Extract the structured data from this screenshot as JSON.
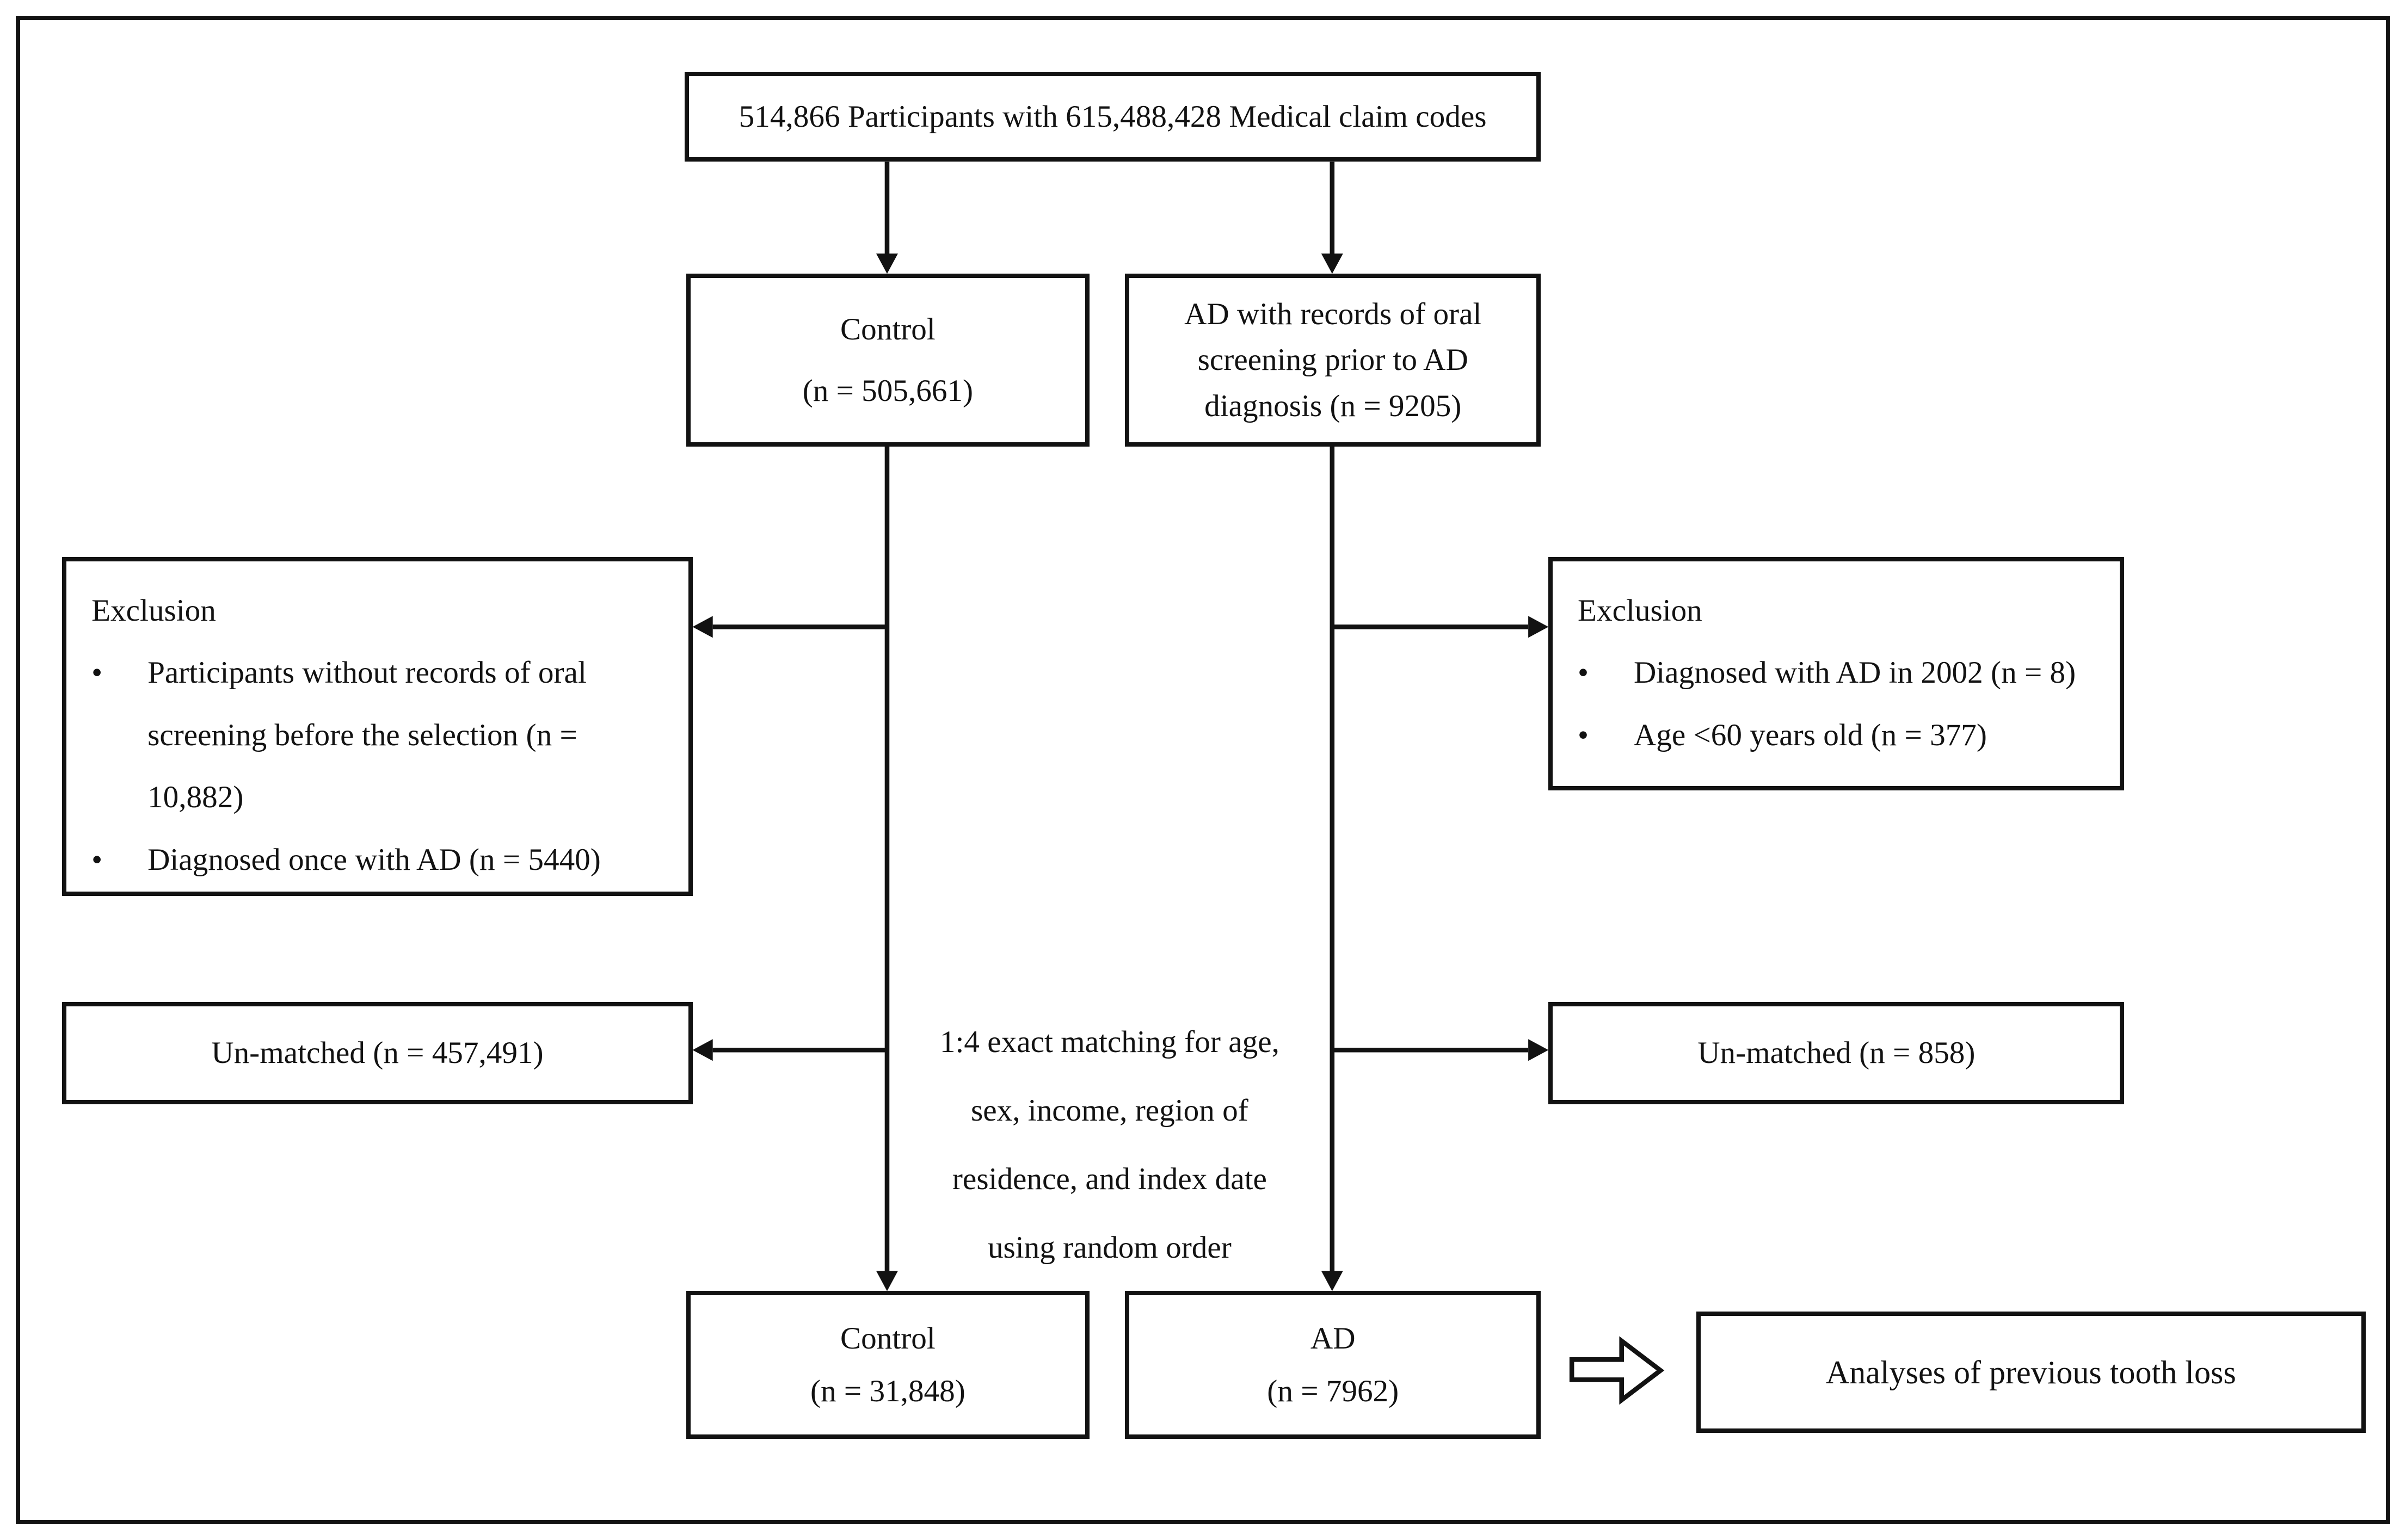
{
  "figure": {
    "source_box": {
      "text": "514,866 Participants with 615,488,428 Medical claim codes"
    },
    "control_initial": {
      "lines": [
        "Control",
        "(n = 505,661)"
      ]
    },
    "ad_initial": {
      "lines": [
        "AD with records of oral",
        "screening prior to AD",
        "diagnosis (n = 9205)"
      ]
    },
    "exclusion_left": {
      "title": "Exclusion",
      "bullet": "•",
      "items": [
        "Participants without records of oral screening before the selection (n = 10,882)",
        "Diagnosed once with AD (n = 5440)"
      ]
    },
    "exclusion_right": {
      "title": "Exclusion",
      "bullet": "•",
      "items": [
        "Diagnosed with AD in 2002 (n = 8)",
        "Age <60 years old (n = 377)"
      ]
    },
    "unmatched_left": {
      "text": "Un-matched (n = 457,491)"
    },
    "unmatched_right": {
      "text": "Un-matched (n = 858)"
    },
    "matching_note": {
      "lines": [
        "1:4 exact matching for age,",
        "sex, income, region of",
        "residence, and index date",
        "using random order"
      ]
    },
    "control_final": {
      "lines": [
        "Control",
        "(n = 31,848)"
      ]
    },
    "ad_final": {
      "lines": [
        "AD",
        "(n = 7962)"
      ]
    },
    "analyses_box": {
      "text": "Analyses of previous tooth loss"
    }
  },
  "colors": {
    "ink": "#121212",
    "background": "#ffffff"
  }
}
